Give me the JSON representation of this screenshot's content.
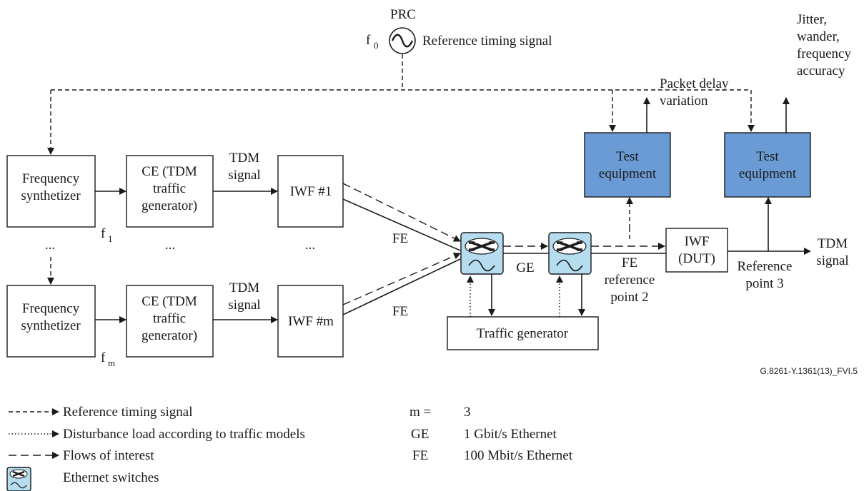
{
  "prc": {
    "title": "PRC",
    "freq_label": "f",
    "freq_sub": "0",
    "signal_label": "Reference timing signal"
  },
  "blocks": {
    "freq_synth_top": [
      "Frequency",
      "synthetizer"
    ],
    "freq_synth_bottom": [
      "Frequency",
      "synthetizer"
    ],
    "ce_top": [
      "CE (TDM",
      "traffic",
      "generator)"
    ],
    "ce_bottom": [
      "CE (TDM",
      "traffic",
      "generator)"
    ],
    "iwf_1": "IWF #1",
    "iwf_m": "IWF #m",
    "test_eq_1": [
      "Test",
      "equipment"
    ],
    "test_eq_2": [
      "Test",
      "equipment"
    ],
    "iwf_dut": [
      "IWF",
      "(DUT)"
    ],
    "traffic_gen": "Traffic generator"
  },
  "labels": {
    "f1": "f",
    "f1_sub": "1",
    "fm": "f",
    "fm_sub": "m",
    "ellipsis": "...",
    "tdm_signal_top": [
      "TDM",
      "signal"
    ],
    "tdm_signal_bottom": [
      "TDM",
      "signal"
    ],
    "fe_top": "FE",
    "fe_bottom": "FE",
    "ge": "GE",
    "fe_ref2": [
      "FE",
      "reference",
      "point 2"
    ],
    "ref3": [
      "Reference",
      "point 3"
    ],
    "tdm_out": [
      "TDM",
      "signal"
    ],
    "pdv": [
      "Packet delay",
      "variation"
    ],
    "jitter": [
      "Jitter,",
      "wander,",
      "frequency",
      "accuracy"
    ],
    "figure_id": "G.8261-Y.1361(13)_FVI.5"
  },
  "legend": {
    "ref_timing": "Reference timing signal",
    "disturbance": "Disturbance load according to traffic models",
    "flows": "Flows of interest",
    "switches": "Ethernet switches"
  },
  "definitions": [
    {
      "term": "m =",
      "value": "3"
    },
    {
      "term": "GE",
      "value": "1 Gbit/s Ethernet"
    },
    {
      "term": "FE",
      "value": "100 Mbit/s Ethernet"
    }
  ]
}
